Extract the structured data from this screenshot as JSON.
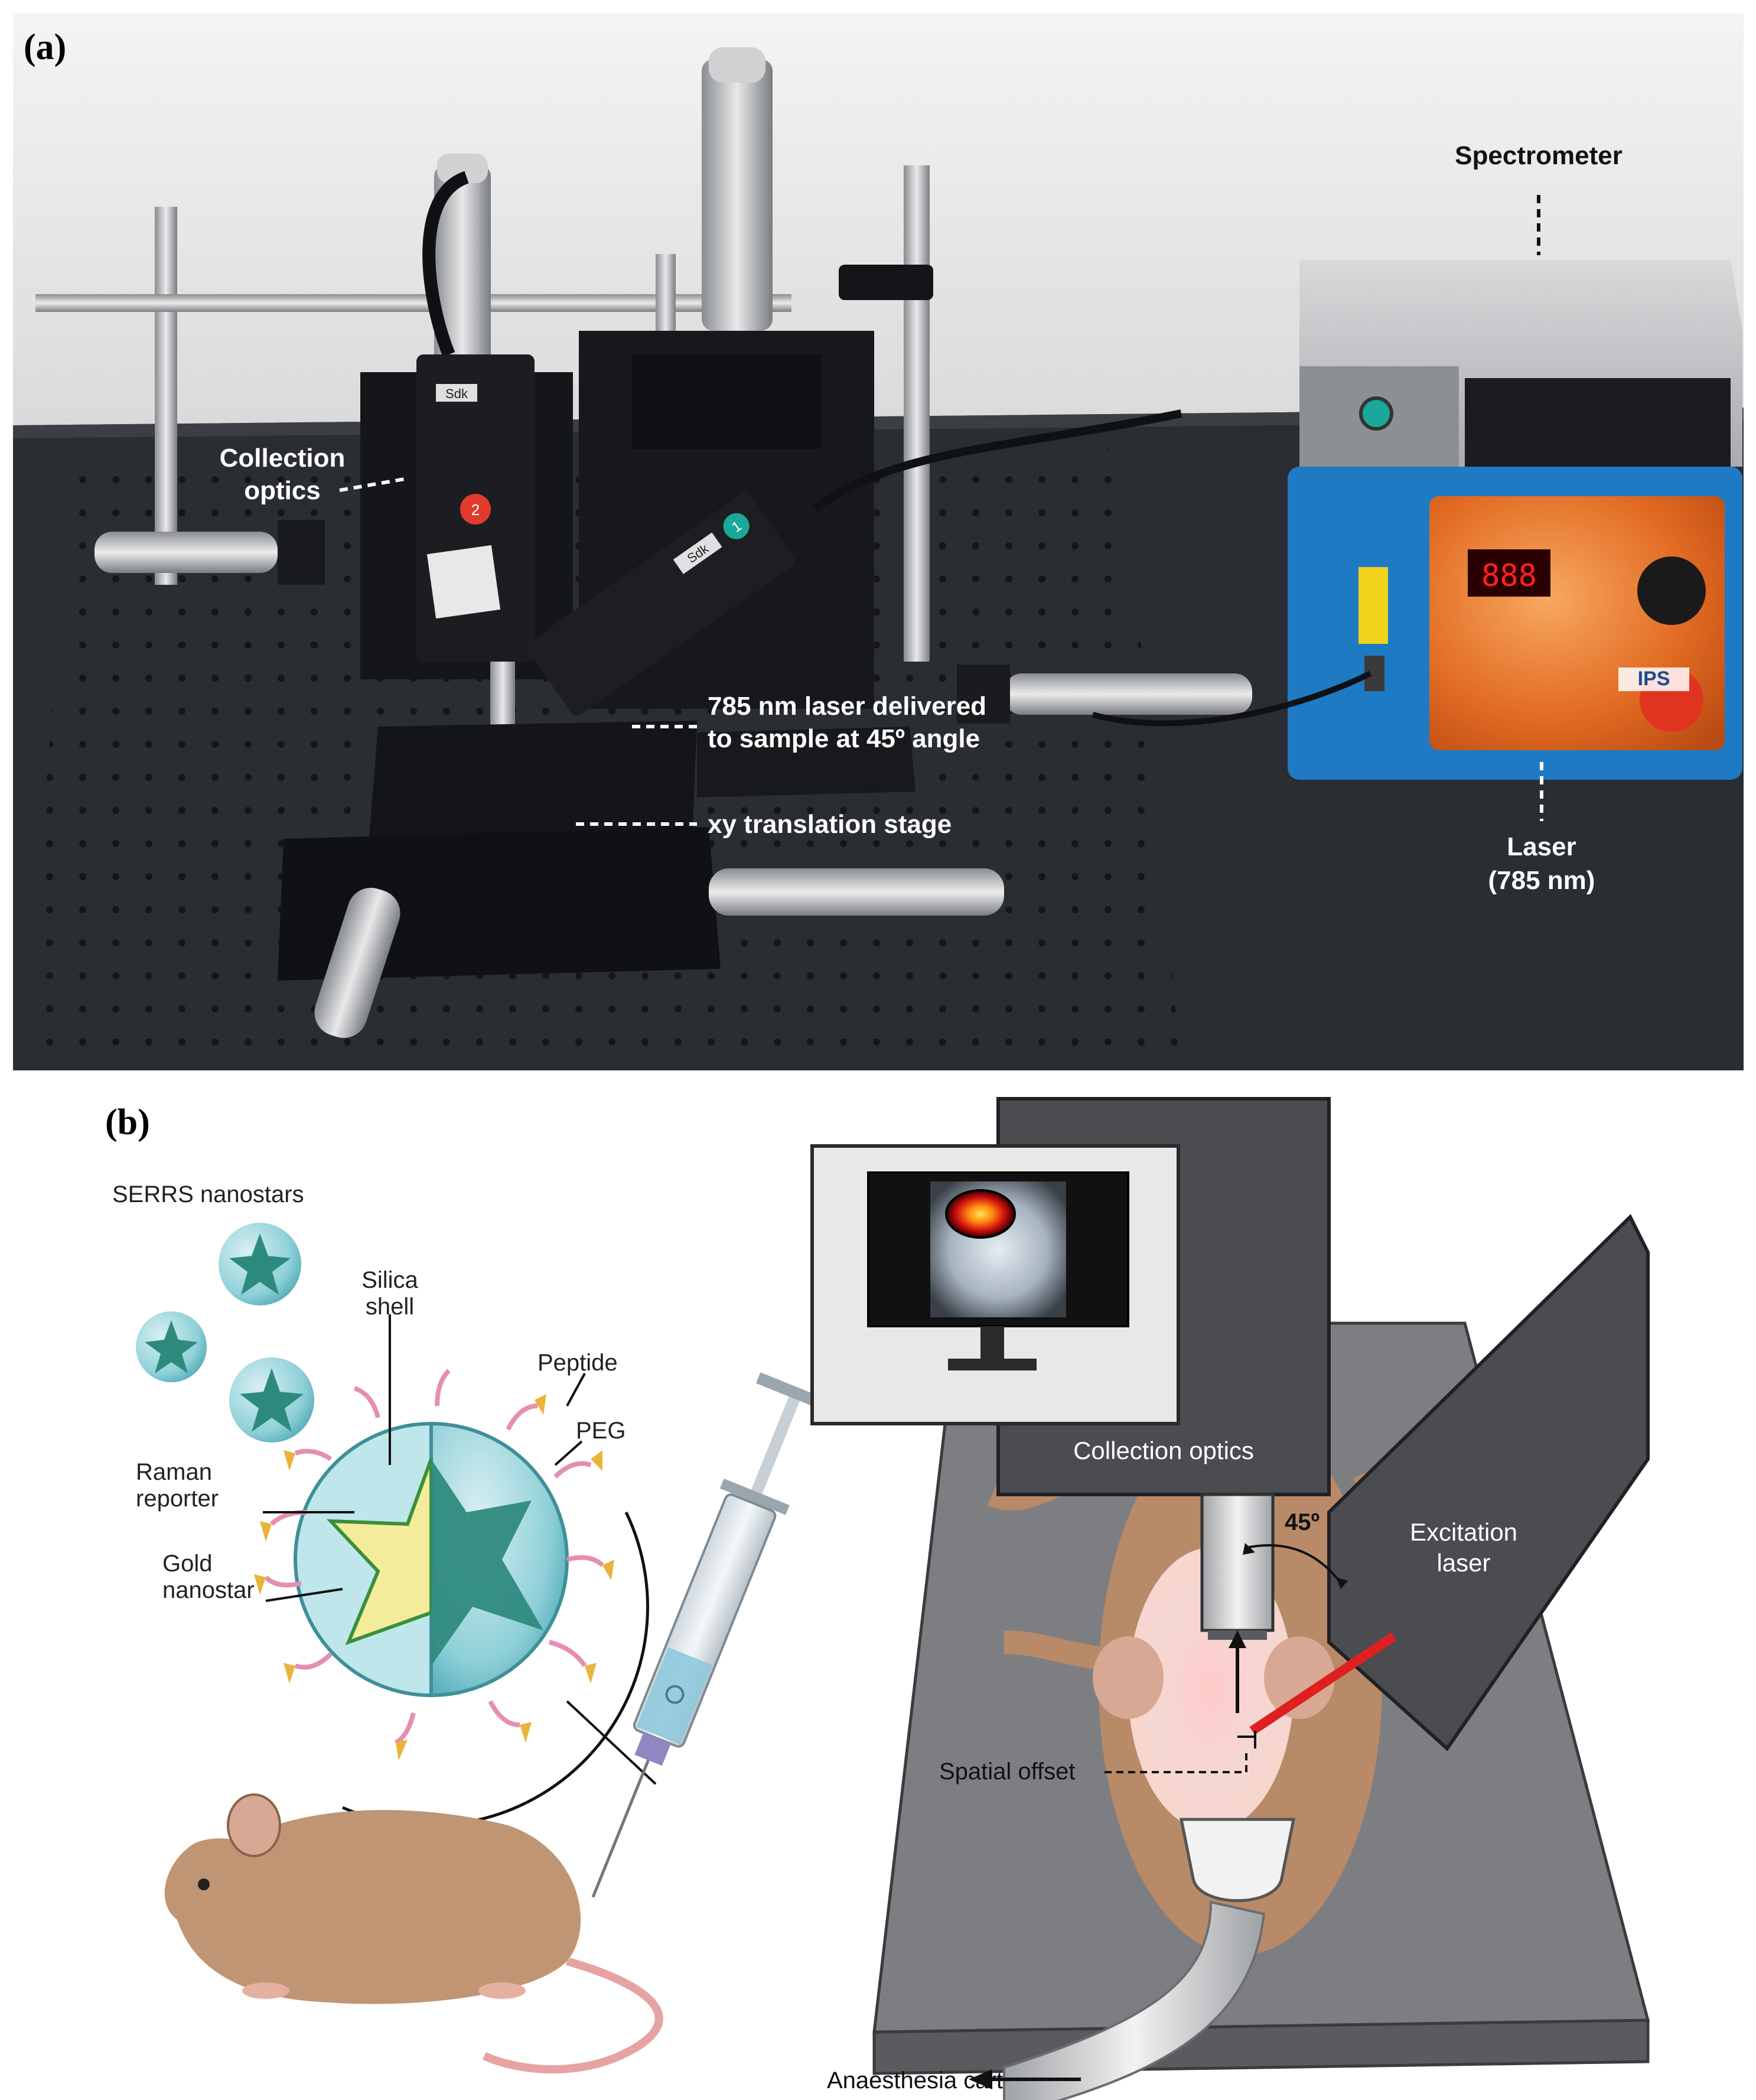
{
  "panel_a": {
    "label": "(a)",
    "spectrometer_label": "Spectrometer",
    "collection_optics_line1": "Collection",
    "collection_optics_line2": "optics",
    "laser_delivery_line1": "785 nm laser delivered",
    "laser_delivery_line2": "to sample at 45º angle",
    "xy_stage_label": "xy translation stage",
    "laser_line1": "Laser",
    "laser_line2": "(785 nm)",
    "probe_text": "Sdk",
    "probe_number_1": "2",
    "probe_number_2": "1",
    "laser_brand": "IPS",
    "colors": {
      "background_dark": "#2a2d32",
      "wall": "#ececec",
      "laser_body": "#1f7ac4",
      "laser_panel": "#e8742a"
    }
  },
  "panel_b": {
    "label": "(b)",
    "serrs_label": "SERRS nanostars",
    "silica_line1": "Silica",
    "silica_line2": "shell",
    "peptide_label": "Peptide",
    "peg_label": "PEG",
    "raman_line1": "Raman",
    "raman_line2": "reporter",
    "gold_line1": "Gold",
    "gold_line2": "nanostar",
    "collection_optics_label": "Collection optics",
    "excitation_line1": "Excitation",
    "excitation_line2": "laser",
    "angle_label": "45º",
    "spatial_offset_label": "Spatial offset",
    "anaesthesia_label": "Anaesthesia cart",
    "colors": {
      "optics": "#4a4c50",
      "table": "#6e6f72",
      "mouse": "#b88a68",
      "laser_beam": "#e02020",
      "nanostar": "#f4ec9a",
      "shell": "#7ecad3"
    }
  }
}
